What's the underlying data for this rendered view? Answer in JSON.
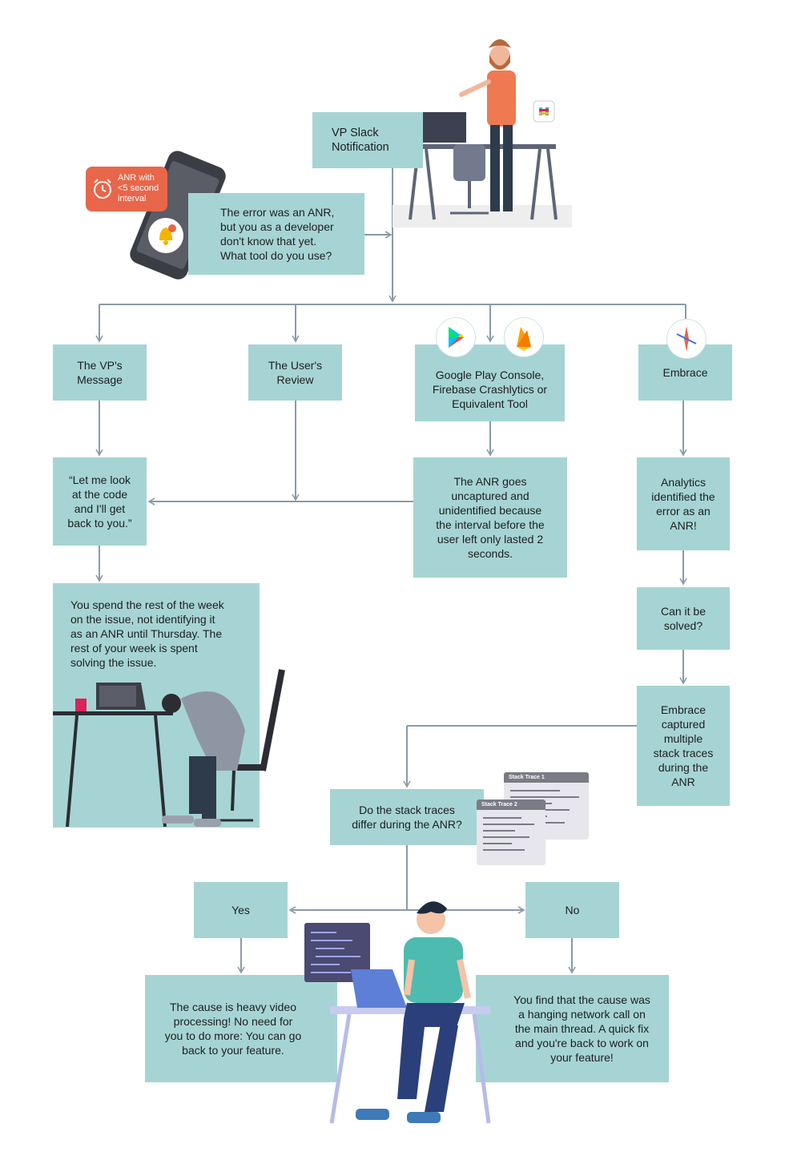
{
  "colors": {
    "box": "#a6d4d4",
    "arrow": "#8a9aa8",
    "accent": "#e8664a"
  },
  "nodes": {
    "vp_slack": "VP Slack\nNotification",
    "anr_question": "The error was an ANR,\nbut you as a developer\ndon't know that yet.\nWhat tool do you use?",
    "vp_message": "The VP's\nMessage",
    "user_review": "The User's\nReview",
    "console_tools": "Google Play Console,\nFirebase Crashlytics or\nEquivalent Tool",
    "embrace": "Embrace",
    "let_me_look": "“Let me look\nat the code\nand I'll get\nback to you.”",
    "anr_uncaptured": "The ANR goes\nuncaptured and\nunidentified because\nthe interval before the\nuser left only lasted 2\nseconds.",
    "analytics_identified": "Analytics\nidentified the\nerror as an\nANR!",
    "spend_week": "You spend the rest of the week\non the issue, not identifying it\nas an ANR until Thursday. The\nrest of your week is spent\nsolving the issue.",
    "can_be_solved": "Can it be\nsolved?",
    "embrace_captured": "Embrace\ncaptured\nmultiple\nstack traces\nduring the\nANR",
    "stack_differ": "Do the stack traces\ndiffer during the ANR?",
    "yes": "Yes",
    "no": "No",
    "heavy_video": "The cause is heavy video\nprocessing! No need for\nyou to do more: You can go\nback to your feature.",
    "network_call": "You find that the cause was\na hanging network call on\nthe main thread. A quick fix\nand you're back to work on\nyour feature!"
  },
  "phone_notification": "ANR with\n<5 second\ninterval",
  "stack_trace_cards": [
    "Stack Trace 1",
    "Stack Trace 2"
  ],
  "icons": [
    "slack-icon",
    "alarm-clock-icon",
    "bell-icon",
    "google-play-icon",
    "firebase-icon",
    "embrace-icon"
  ]
}
